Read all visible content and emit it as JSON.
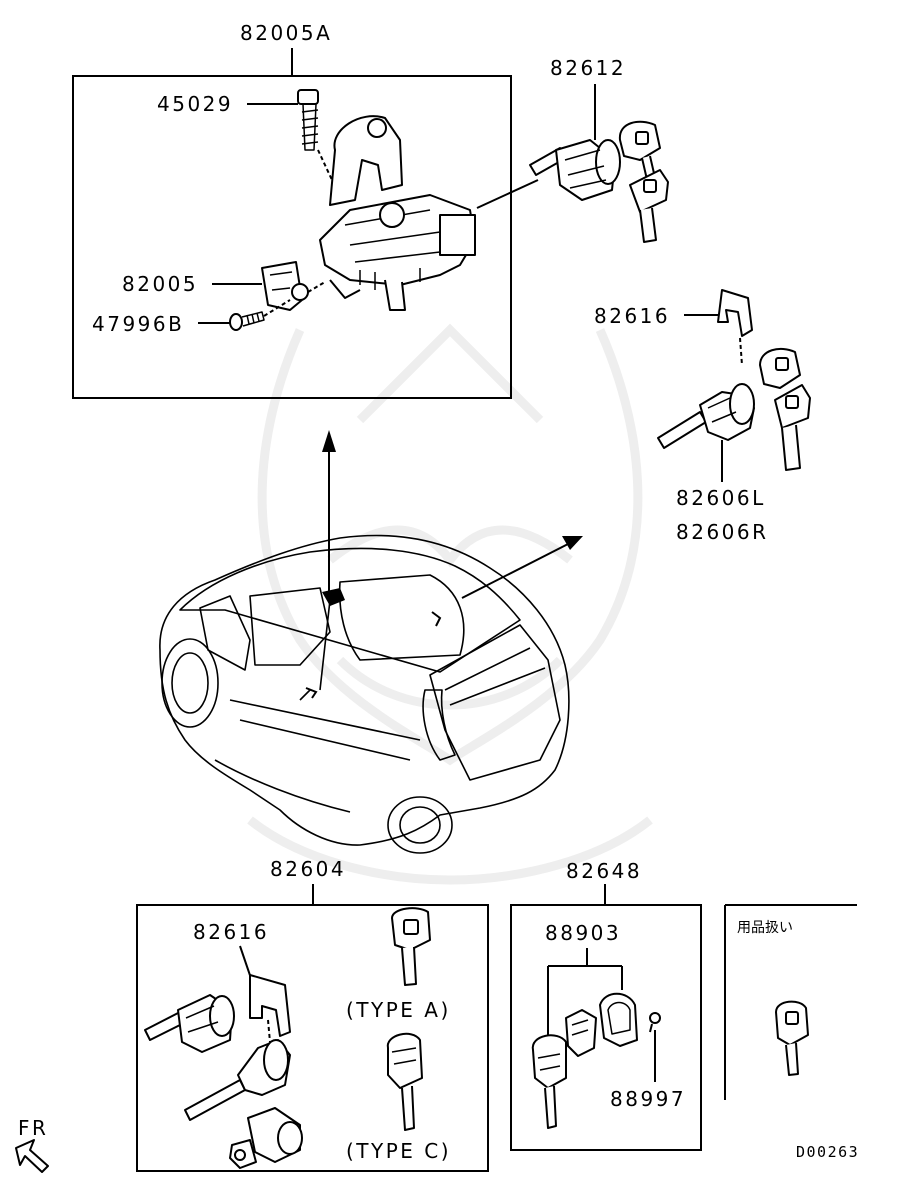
{
  "labels": {
    "ignition_assembly": "82005A",
    "screw_45029": "45029",
    "bracket_82005": "82005",
    "bolt_47996b": "47996B",
    "lock_cylinder_82612": "82612",
    "bracket_82616_upper": "82616",
    "door_cylinder_left": "82606L",
    "door_cylinder_right": "82606R",
    "lock_set_82604": "82604",
    "bracket_82616_lower": "82616",
    "type_a": "(TYPE A)",
    "type_c": "(TYPE C)",
    "key_kit_82648": "82648",
    "key_blank_88903": "88903",
    "screw_88997": "88997",
    "accessory_note": "用品扱い",
    "front_indicator": "FR",
    "diagram_code": "D00263"
  }
}
